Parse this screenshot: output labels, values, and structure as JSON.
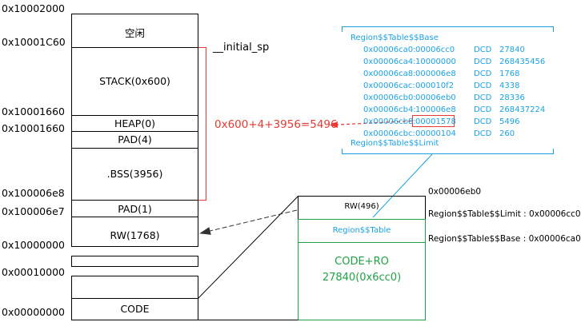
{
  "memory_map": {
    "addresses": [
      "0x10002000",
      "0x10001C60",
      "0x10001660",
      "0x10001660",
      "0x100006e8",
      "0x100006e7",
      "0x10000000",
      "0x00010000",
      "0x00000000"
    ],
    "segments": {
      "idle": "空闲",
      "stack": "STACK(0x600)",
      "heap": "HEAP(0)",
      "pad4": "PAD(4)",
      "bss": ".BSS(3956)",
      "pad1": "PAD(1)",
      "rw": "RW(1768)",
      "code": "CODE"
    },
    "initial_sp": "__initial_sp"
  },
  "formula": "0x600+4+3956=5496",
  "region_table_dump": {
    "header": "Region$$Table$$Base",
    "rows": [
      {
        "addr": "0x00006ca0:",
        "val": "00006cc0",
        "dcd": "DCD",
        "dec": "27840"
      },
      {
        "addr": "0x00006ca4:",
        "val": "10000000",
        "dcd": "DCD",
        "dec": "268435456"
      },
      {
        "addr": "0x00006ca8:",
        "val": "000006e8",
        "dcd": "DCD",
        "dec": "1768"
      },
      {
        "addr": "0x00006cac:",
        "val": "000010f2",
        "dcd": "DCD",
        "dec": "4338"
      },
      {
        "addr": "0x00006cb0:",
        "val": "00006eb0",
        "dcd": "DCD",
        "dec": "28336"
      },
      {
        "addr": "0x00006cb4:",
        "val": "100006e8",
        "dcd": "DCD",
        "dec": "268437224"
      },
      {
        "addr": "0x00006cb8:",
        "val": "00001578",
        "dcd": "DCD",
        "dec": "5496"
      },
      {
        "addr": "0x00006cbc:",
        "val": "00000104",
        "dcd": "DCD",
        "dec": "260"
      }
    ],
    "footer": "Region$$Table$$Limit"
  },
  "flash_image": {
    "rw": "RW(496)",
    "region_table": "Region$$Table",
    "code_ro_line1": "CODE+RO",
    "code_ro_line2": "27840(0x6cc0)",
    "addr_top": "0x00006eb0",
    "limit_label": "Region$$Table$$Limit : 0x00006cc0",
    "base_label": "Region$$Table$$Base : 0x00006ca0"
  },
  "colors": {
    "line": "#000000",
    "red": "#e53935",
    "blue": "#1ba1e2",
    "green": "#22a046"
  }
}
